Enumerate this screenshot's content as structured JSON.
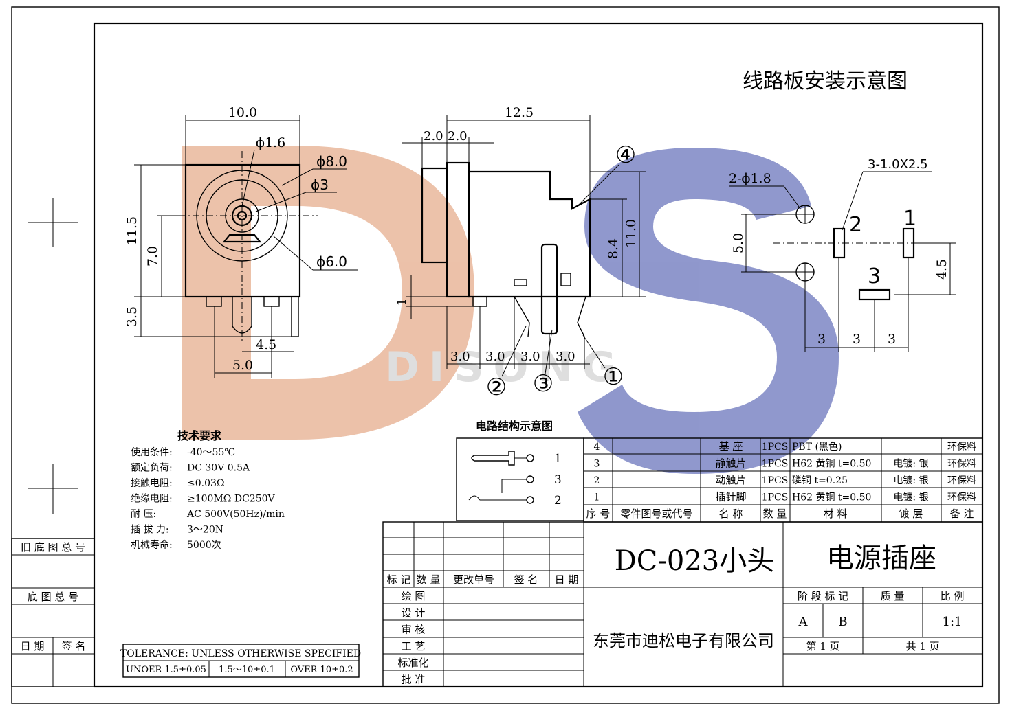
{
  "title_top": "线路板安装示意图",
  "dims_front": {
    "w10": "10.0",
    "phi16": "ϕ1.6",
    "d8": "ϕ8.0",
    "d3": "ϕ3",
    "d6": "ϕ6.0",
    "h115": "11.5",
    "h70": "7.0",
    "h35": "3.5",
    "w45": "4.5",
    "w50": "5.0"
  },
  "dims_side": {
    "w125": "12.5",
    "w20a": "2.0",
    "w20b": "2.0",
    "h110": "11.0",
    "h84": "8.4",
    "h1": "1",
    "p1": "3.0",
    "p2": "3.0",
    "p3": "3.0",
    "p4": "3.0",
    "n1": "①",
    "n2": "②",
    "n3": "③",
    "n4": "④"
  },
  "watermark": {
    "brand": "DISONG",
    "color_d": "#e9b79b",
    "color_s": "#7c86c4"
  },
  "pcb": {
    "holes": "2-ϕ1.8",
    "slots": "3-1.0X2.5",
    "h50": "5.0",
    "h45": "4.5",
    "s1": "3",
    "s2": "3",
    "s3": "3",
    "lab1": "1",
    "lab2": "2",
    "lab3": "3"
  },
  "circuit": {
    "title": "电路结构示意图",
    "t1": "1",
    "t2": "3",
    "t3": "2"
  },
  "tech": {
    "title": "技术要求",
    "lines": [
      {
        "k": "使用条件:",
        "v": "-40～55℃"
      },
      {
        "k": "额定负荷:",
        "v": "DC 30V 0.5A"
      },
      {
        "k": "接触电阻:",
        "v": "≤0.03Ω"
      },
      {
        "k": "绝缘电阻:",
        "v": "≥100MΩ DC250V"
      },
      {
        "k": "耐    压:",
        "v": "AC 500V(50Hz)/min"
      },
      {
        "k": "插 拔 力:",
        "v": "3～20N"
      },
      {
        "k": "机械寿命:",
        "v": "5000次"
      }
    ]
  },
  "tolerance": {
    "title": "TOLERANCE: UNLESS OTHERWISE SPECIFIED",
    "a": "UNOER 1.5±0.05",
    "b": "1.5～10±0.1",
    "c": "OVER 10±0.2"
  },
  "bom": {
    "rows": [
      {
        "no": "4",
        "name": "基  座",
        "qty": "1PCS",
        "mat": "PBT  (黑色)",
        "plate": "",
        "note": "环保料"
      },
      {
        "no": "3",
        "name": "静触片",
        "qty": "1PCS",
        "mat": "H62 黄铜 t=0.50",
        "plate": "电镀: 银",
        "note": "环保料"
      },
      {
        "no": "2",
        "name": "动触片",
        "qty": "1PCS",
        "mat": "磷铜       t=0.25",
        "plate": "电镀: 银",
        "note": "环保料"
      },
      {
        "no": "1",
        "name": "插针脚",
        "qty": "1PCS",
        "mat": "H62 黄铜 t=0.50",
        "plate": "电镀: 银",
        "note": "环保料"
      }
    ],
    "header": {
      "no": "序 号",
      "part": "零件图号或代号",
      "name": "名 称",
      "qty": "数 量",
      "mat": "材   料",
      "plate": "镀 层",
      "note": "备 注"
    }
  },
  "revision": {
    "mark": "标 记",
    "count": "数 量",
    "doc": "更改单号",
    "sign": "签 名",
    "date": "日 期"
  },
  "signoff": [
    "绘   图",
    "设   计",
    "审   核",
    "工   艺",
    "标准化",
    "批   准"
  ],
  "model": "DC-023小头",
  "product": "电源插座",
  "company": "东莞市迪松电子有限公司",
  "stage": {
    "label": "阶 段 标 记",
    "mass": "质 量",
    "scale_label": "比 例",
    "a": "A",
    "b": "B",
    "scale": "1:1",
    "sheet": "第   1   页",
    "total": "共    1    页"
  },
  "left_col": {
    "old": "旧 底 图 总 号",
    "base": "底 图 总 号",
    "date": "日 期",
    "sign": "签 名"
  }
}
